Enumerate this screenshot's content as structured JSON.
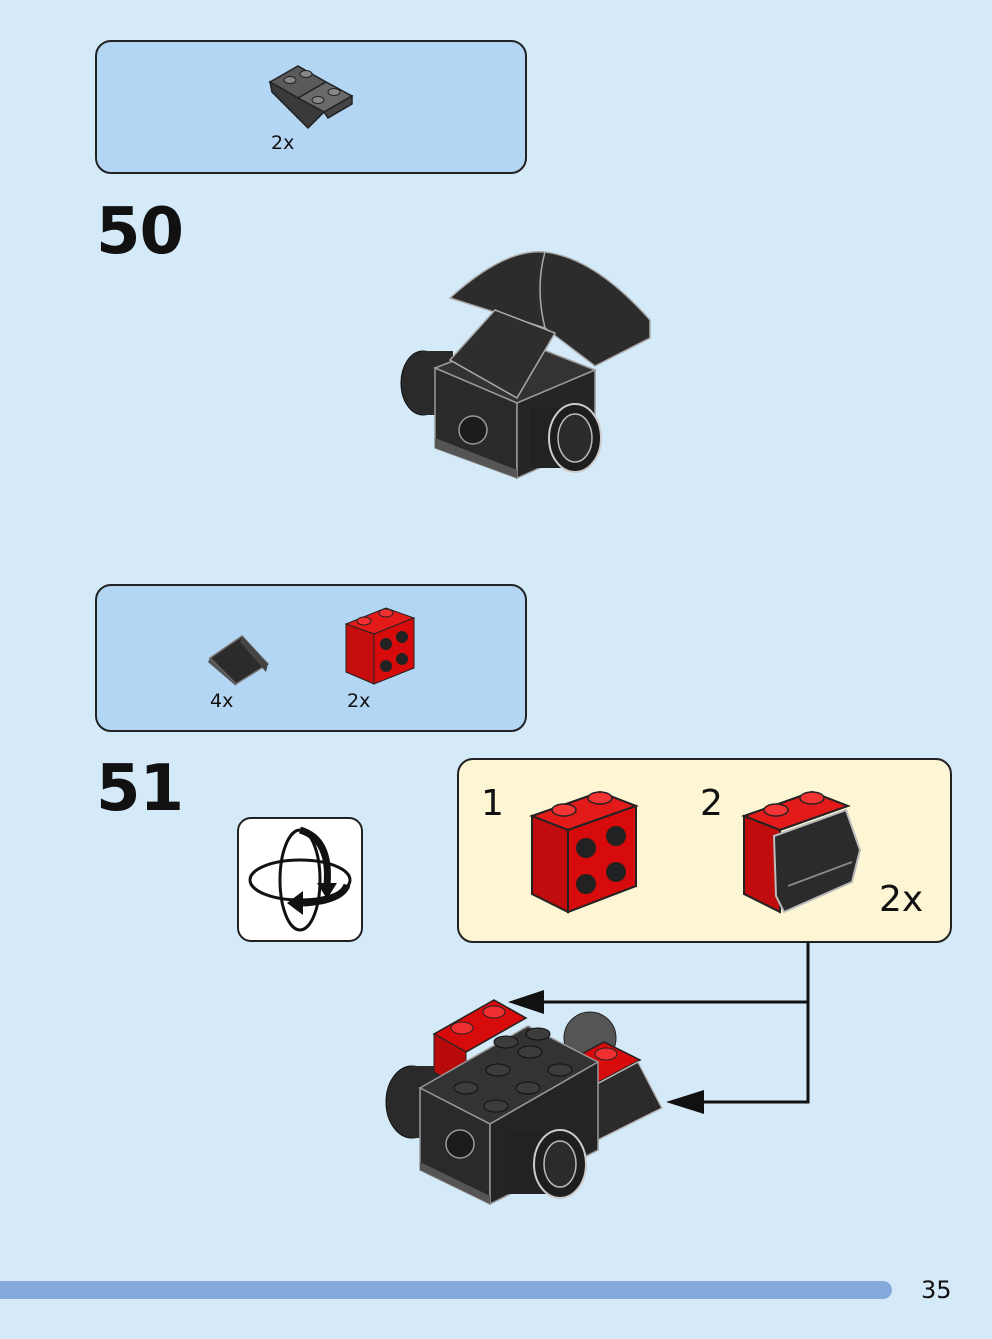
{
  "step50": {
    "number": "50",
    "parts": [
      {
        "quantity": "2x",
        "icon": "dark-gray-inverted-slope-plate-icon"
      }
    ]
  },
  "step51": {
    "number": "51",
    "parts": [
      {
        "quantity": "4x",
        "icon": "black-slope-icon"
      },
      {
        "quantity": "2x",
        "icon": "red-brick-with-studs-icon"
      }
    ],
    "rotate_icon": "rotate-model-icon",
    "subassembly": {
      "step1": "1",
      "step2": "2",
      "multiplier": "2x"
    }
  },
  "colors": {
    "background": "#d4eaf9",
    "parts_box": "#b2d6f3",
    "subassembly_box": "#fdf6d4",
    "brick_red": "#d70b0b",
    "brick_black": "#2b2b2b",
    "progress_bar": "#86a9db"
  },
  "page": {
    "number": "35"
  }
}
